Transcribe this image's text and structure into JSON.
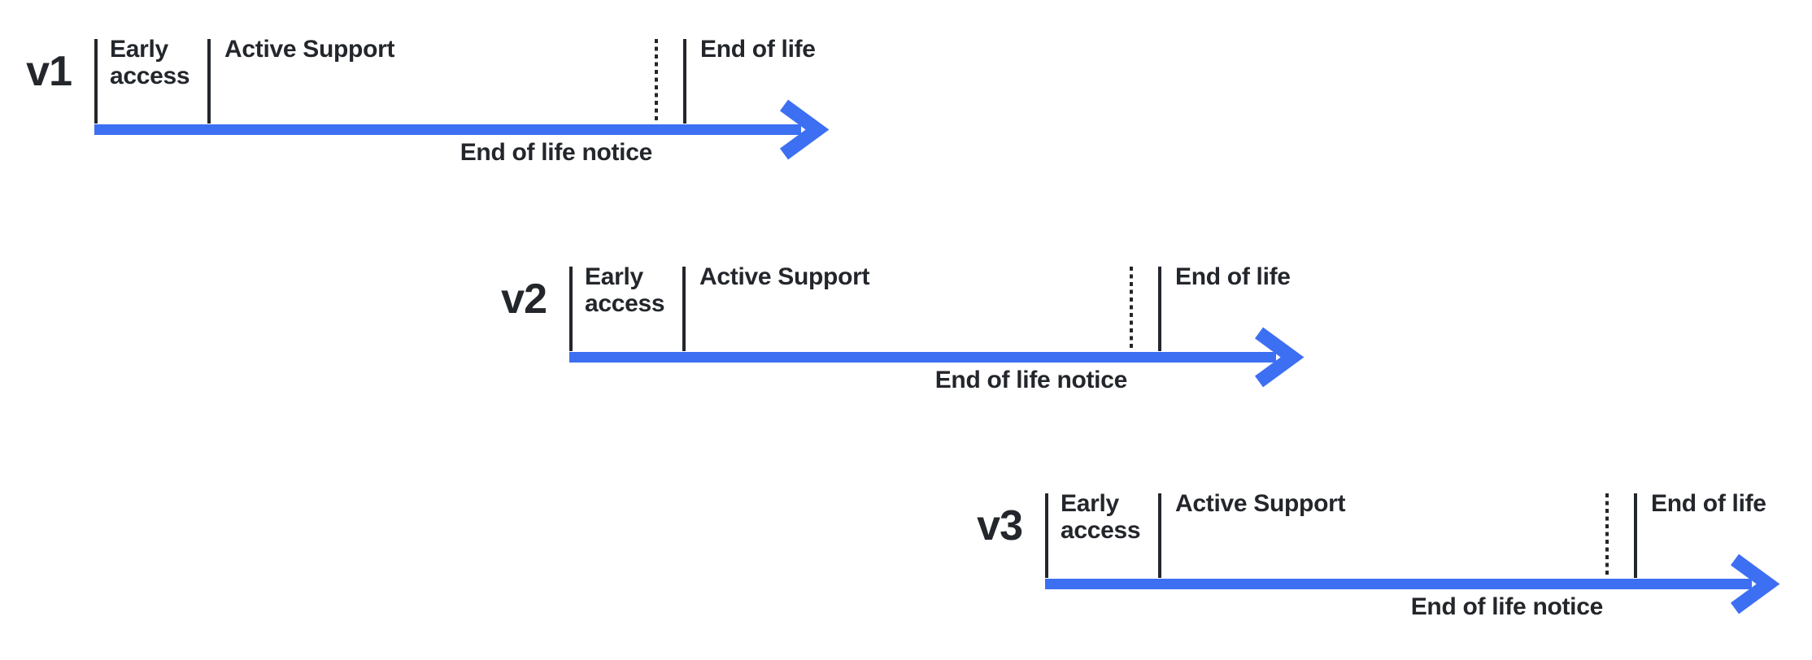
{
  "colors": {
    "ink": "#23262B",
    "arrow": "#3D6FF2"
  },
  "timelines": [
    {
      "version": "v1",
      "early_access_label": "Early access",
      "active_support_label": "Active Support",
      "end_of_life_label": "End of life",
      "end_of_life_notice_label": "End of life notice"
    },
    {
      "version": "v2",
      "early_access_label": "Early access",
      "active_support_label": "Active Support",
      "end_of_life_label": "End of life",
      "end_of_life_notice_label": "End of life notice"
    },
    {
      "version": "v3",
      "early_access_label": "Early access",
      "active_support_label": "Active Support",
      "end_of_life_label": "End of life",
      "end_of_life_notice_label": "End of life notice"
    }
  ]
}
